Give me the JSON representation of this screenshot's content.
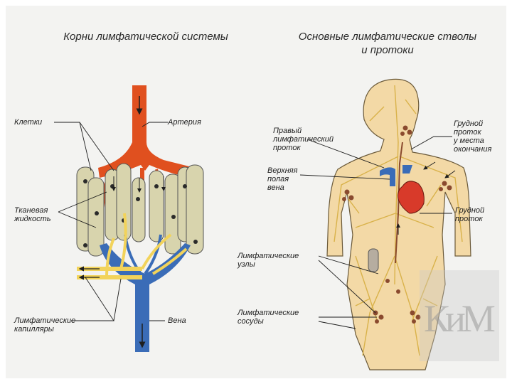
{
  "left_panel": {
    "title": "Корни лимфатической системы",
    "labels": {
      "cells": "Клетки",
      "artery": "Артерия",
      "tissue_fluid": "Тканевая\nжидкость",
      "lymph_capillaries": "Лимфатические\nкапилляры",
      "vein": "Вена"
    }
  },
  "right_panel": {
    "title": "Основные лимфатические стволы\nи протоки",
    "labels": {
      "right_lymph_duct": "Правый\nлимфатический\nпроток",
      "thoracic_duct_end": "Грудной\nпроток\nу места\nокончания",
      "superior_vena_cava": "Верхняя\nполая\nвена",
      "thoracic_duct": "Грудной\nпроток",
      "lymph_nodes": "Лимфатические\nузлы",
      "lymph_vessels": "Лимфатические\nсосуды"
    }
  },
  "watermark": {
    "letters": "КиМ"
  },
  "colors": {
    "artery": "#e0501f",
    "vein": "#3a6cb7",
    "lymph": "#f2d35a",
    "cell": "#d8d4ad",
    "body": "#f3d9a6",
    "node": "#8a4a2e",
    "heart": "#d83a2a"
  }
}
